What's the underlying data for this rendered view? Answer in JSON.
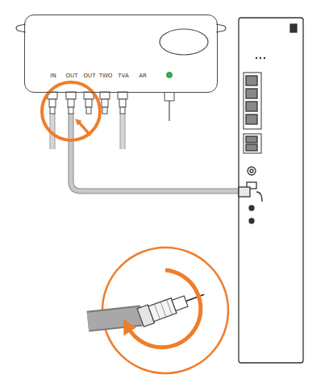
{
  "diagram": {
    "nodes": [
      {
        "text": [
          "IN",
          "OUT",
          "OUT",
          "TWO",
          "TVA",
          "AR"
        ]
      }
    ]
  }
}
